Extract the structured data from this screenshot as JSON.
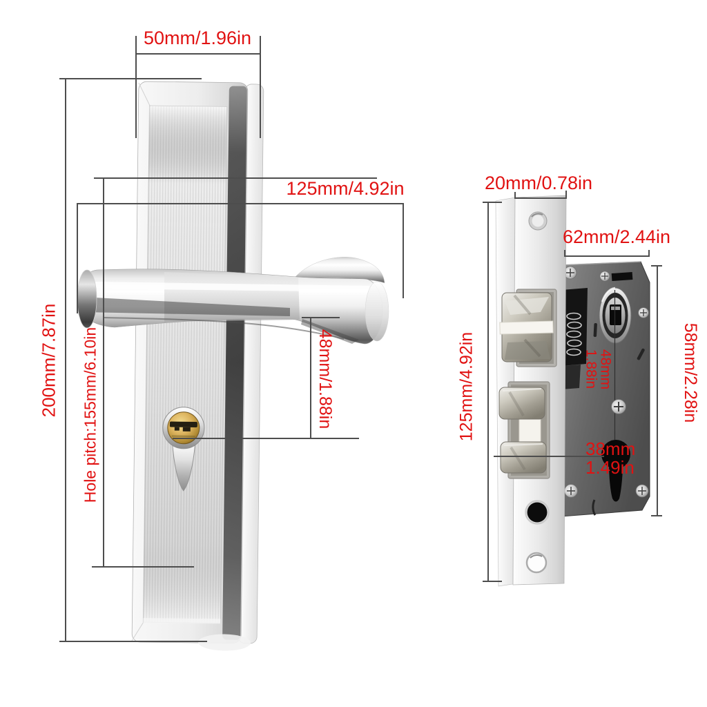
{
  "diagram": {
    "accent_text_color": "#e11212",
    "line_color": "#4d4d4d",
    "background": "#ffffff"
  },
  "handle": {
    "plate_width": "50mm/1.96in",
    "lever_length": "125mm/4.92in",
    "plate_height": "200mm/7.87in",
    "hole_pitch": "Hole pitch:155mm/6.10in",
    "lever_to_keyhole": "48mm/1.88in"
  },
  "lock_body": {
    "faceplate_width": "20mm/0.78in",
    "case_depth": "62mm/2.44in",
    "faceplate_height": "125mm/4.92in",
    "case_height": "58mm/2.28in",
    "hub_to_cylinder_mm": "48mm",
    "hub_to_cylinder_in": "1.88in",
    "backset_mm": "38mm",
    "backset_in": "1.49in"
  }
}
